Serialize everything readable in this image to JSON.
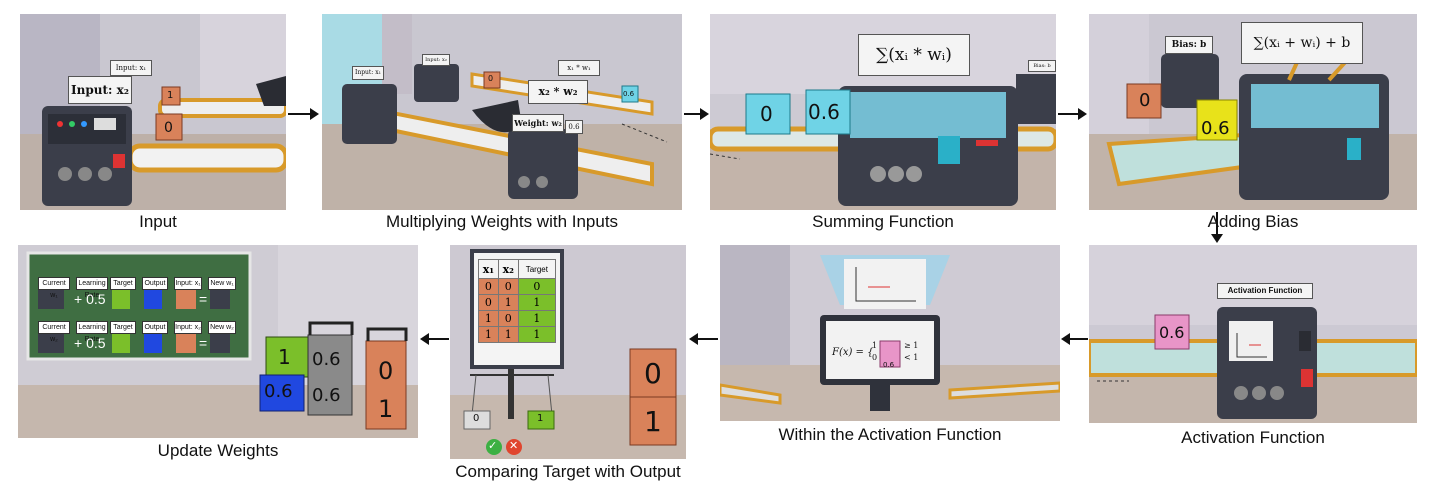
{
  "captions": {
    "input": "Input",
    "multiply": "Multiplying Weights with Inputs",
    "summing": "Summing Function",
    "bias": "Adding Bias",
    "activation": "Activation Function",
    "within": "Within the Activation Function",
    "comparing": "Comparing Target with Output",
    "update": "Update Weights"
  },
  "input_panel": {
    "sign_main": "Input: x₂",
    "sign_small": "Input: x₁",
    "cube_front": "0",
    "cube_back": "1"
  },
  "multiply_panel": {
    "sign_input": "Input: x₁",
    "sign_small2": "Input: x₂",
    "sign_product_1": "x₁ * w₁",
    "sign_product_2": "x₂ * w₂",
    "sign_weight": "Weight: w₂",
    "weight_value": "0.6",
    "cube_blue": "0.6",
    "cube_orange": "0"
  },
  "summing_panel": {
    "formula": "∑(xᵢ * wᵢ)",
    "cube_1": "0",
    "cube_2": "0.6",
    "sign_small": "Bias: b"
  },
  "bias_panel": {
    "sign_bias": "Bias: b",
    "formula": "∑(xᵢ + wᵢ) + b",
    "cube_orange": "0",
    "cube_yellow": "0.6"
  },
  "activation_panel": {
    "sign": "Activation Function",
    "cube": "0.6"
  },
  "within_panel": {
    "formula_lhs": "F(x) = {",
    "case_top": "1",
    "case_bottom": "0",
    "cond_top": "≥ 1",
    "cond_bottom": "< 1",
    "cube": "0.6"
  },
  "comparing_panel": {
    "headers": [
      "x₁",
      "x₂",
      "Target"
    ],
    "rows": [
      [
        "0",
        "0",
        "0"
      ],
      [
        "0",
        "1",
        "1"
      ],
      [
        "1",
        "0",
        "1"
      ],
      [
        "1",
        "1",
        "1"
      ]
    ],
    "scale_left": "0",
    "scale_right": "1",
    "cube_top": "0",
    "cube_bottom": "1"
  },
  "update_panel": {
    "row1": [
      "Current w₁",
      "Learning Rate",
      "Target",
      "Output",
      "Input: x₁",
      "New w₁"
    ],
    "row2": [
      "Current w₂",
      "Learning Rate",
      "Target",
      "Output",
      "Input: x₂",
      "New w₂"
    ],
    "plus": "+ 0.5",
    "equals": "=",
    "cubes_green": [
      "1",
      "0.6"
    ],
    "cubes_gray": [
      "0.6",
      "0.6"
    ],
    "cubes_orange": [
      "0",
      "1"
    ]
  },
  "colors": {
    "orange_cube": "#d9825a",
    "blue_cube": "#6fd3e6",
    "yellow_cube": "#e8e21a",
    "pink_cube": "#e895c8",
    "green_cube": "#7bbf2a",
    "machine": "#3b3e4a",
    "belt": "#d89a2a"
  }
}
